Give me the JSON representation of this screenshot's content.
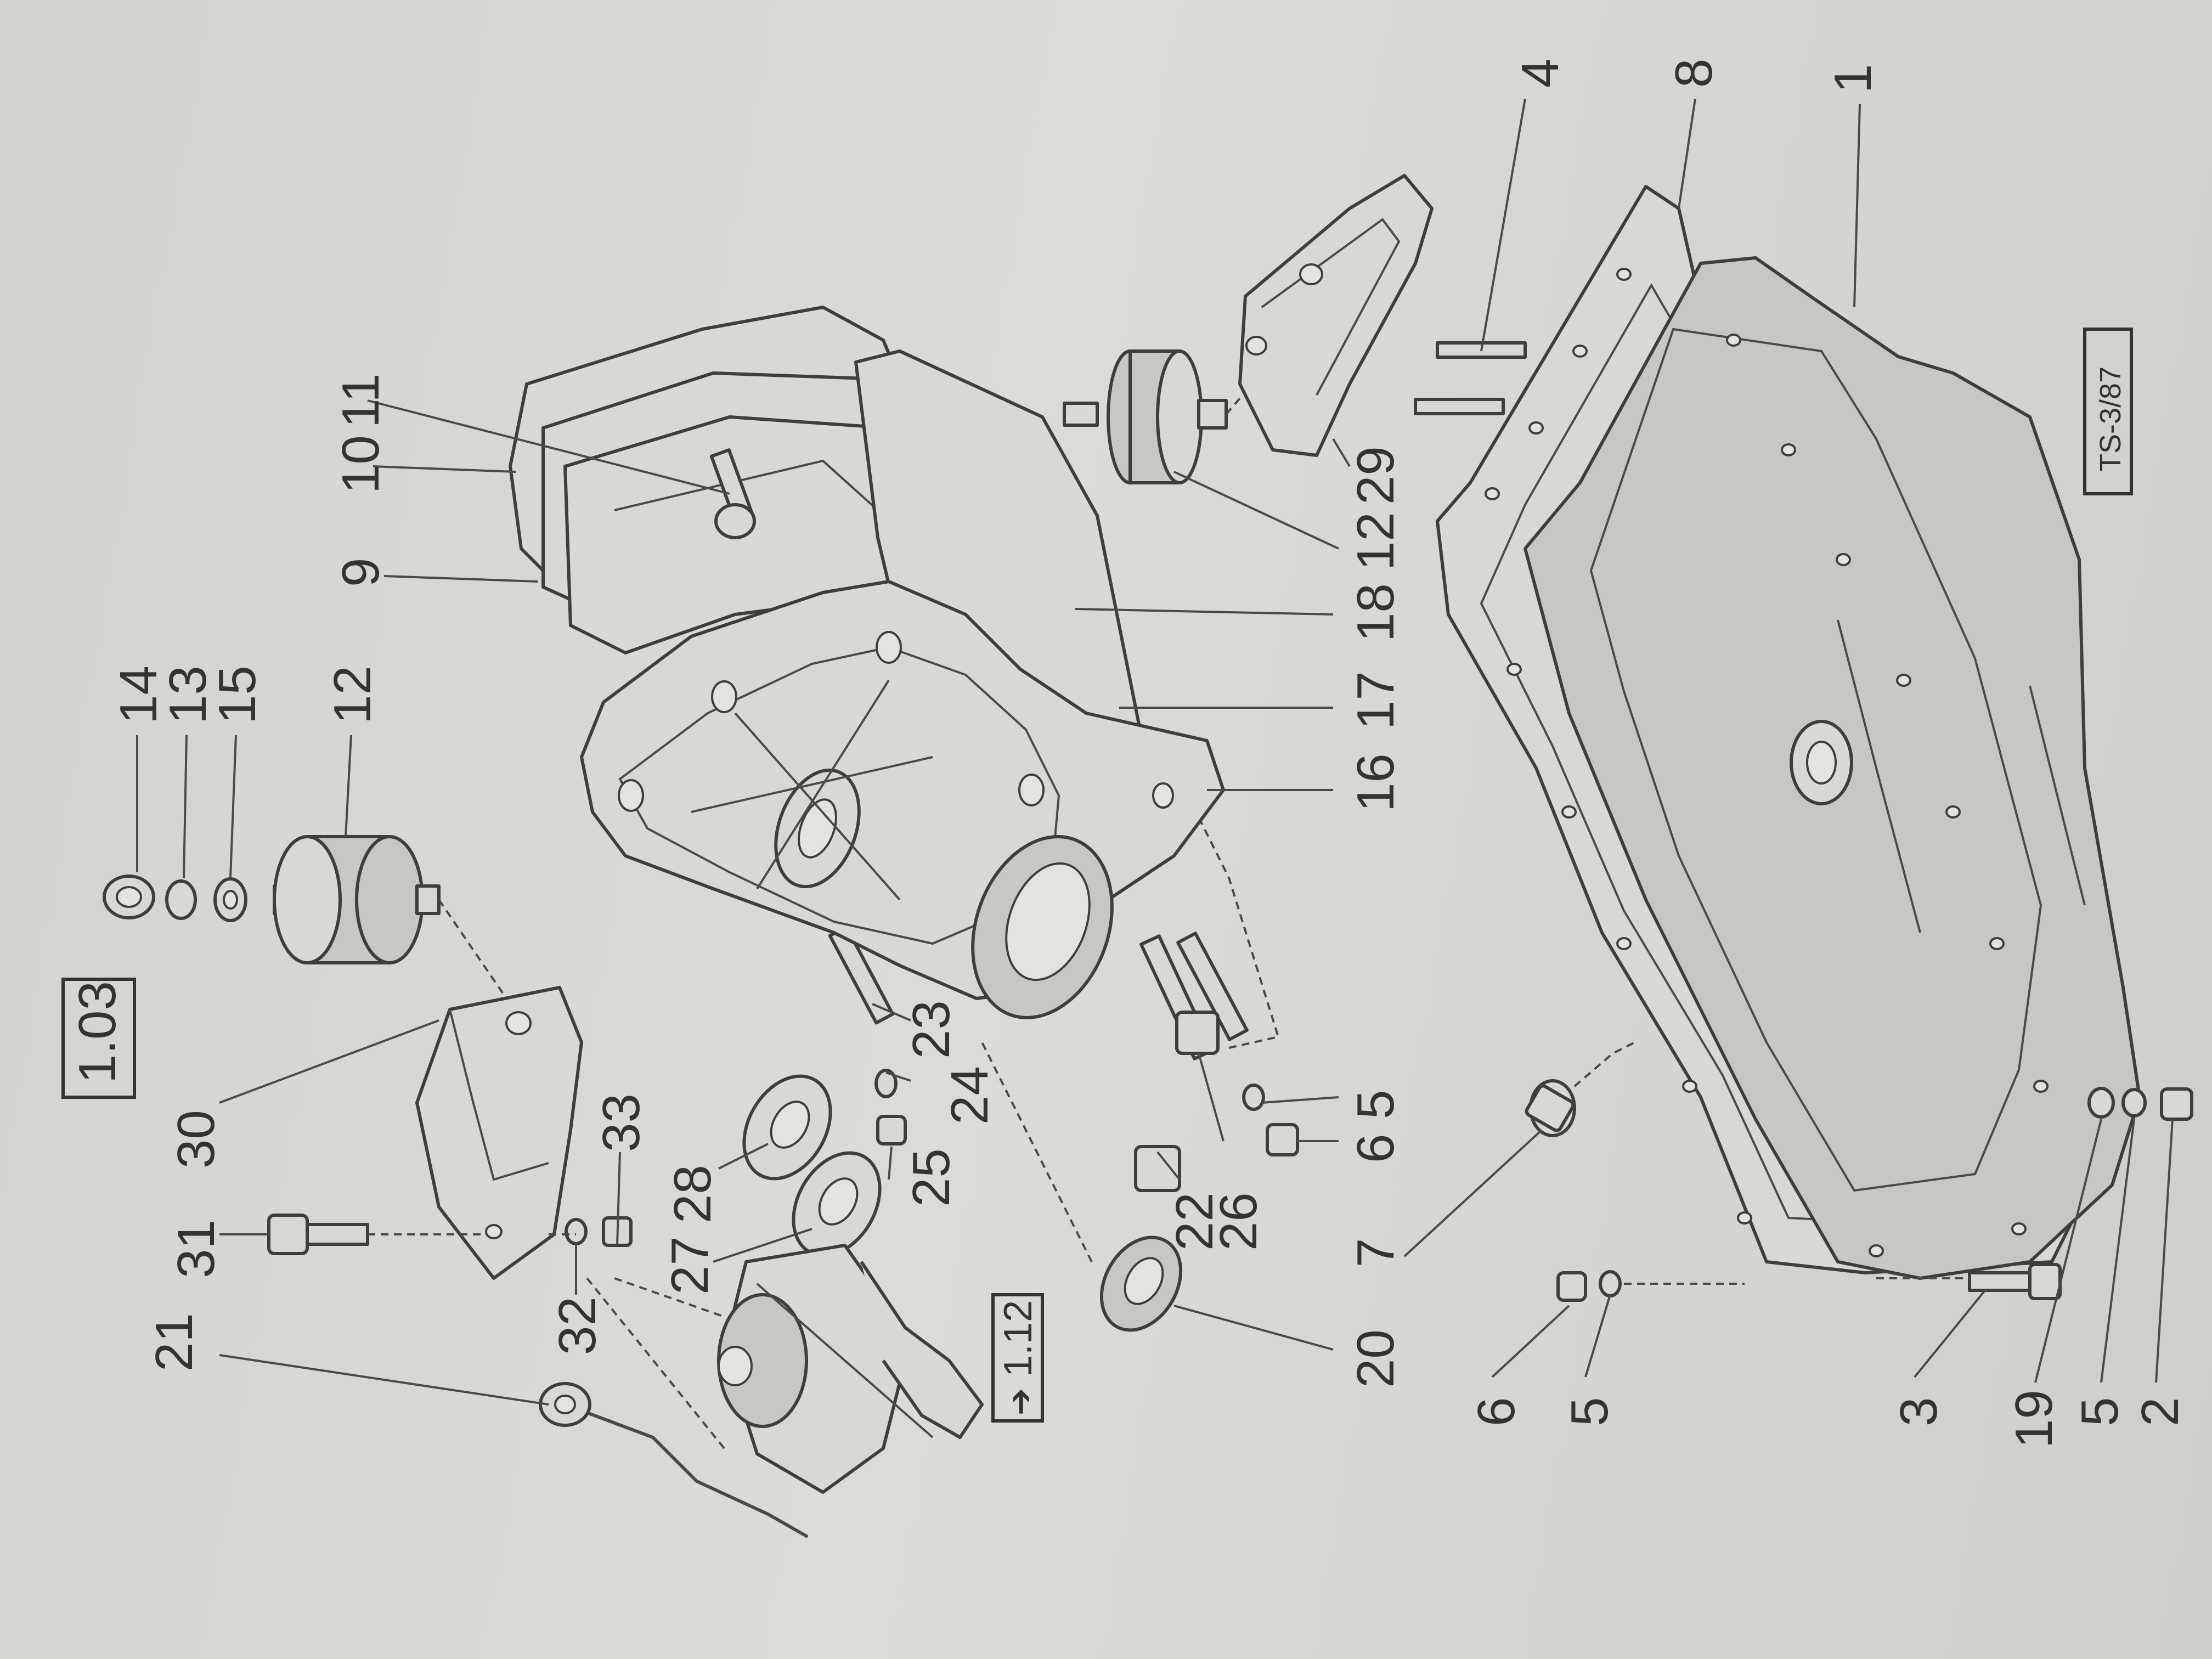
{
  "sheet": {
    "section_ref": "1.03",
    "drawing_code": "TS-3/87",
    "crossref": "1.12",
    "crossref_arrow": "arrow-right-icon"
  },
  "callouts": [
    {
      "id": "c14",
      "text": "14"
    },
    {
      "id": "c13",
      "text": "13"
    },
    {
      "id": "c15",
      "text": "15"
    },
    {
      "id": "c12a",
      "text": "12"
    },
    {
      "id": "c30",
      "text": "30"
    },
    {
      "id": "c31",
      "text": "31"
    },
    {
      "id": "c32",
      "text": "32"
    },
    {
      "id": "c33",
      "text": "33"
    },
    {
      "id": "c28",
      "text": "28"
    },
    {
      "id": "c27",
      "text": "27"
    },
    {
      "id": "c21",
      "text": "21"
    },
    {
      "id": "c11",
      "text": "11"
    },
    {
      "id": "c10",
      "text": "10"
    },
    {
      "id": "c9",
      "text": "9"
    },
    {
      "id": "c23",
      "text": "23"
    },
    {
      "id": "c24",
      "text": "24"
    },
    {
      "id": "c25",
      "text": "25"
    },
    {
      "id": "c22",
      "text": "22"
    },
    {
      "id": "c26",
      "text": "26"
    },
    {
      "id": "c20",
      "text": "20"
    },
    {
      "id": "c5a",
      "text": "5"
    },
    {
      "id": "c6a",
      "text": "6"
    },
    {
      "id": "c7",
      "text": "7"
    },
    {
      "id": "c16",
      "text": "16"
    },
    {
      "id": "c17",
      "text": "17"
    },
    {
      "id": "c18",
      "text": "18"
    },
    {
      "id": "c12b",
      "text": "12"
    },
    {
      "id": "c29",
      "text": "29"
    },
    {
      "id": "c4",
      "text": "4"
    },
    {
      "id": "c8",
      "text": "8"
    },
    {
      "id": "c1",
      "text": "1"
    },
    {
      "id": "c6b",
      "text": "6"
    },
    {
      "id": "c5b",
      "text": "5"
    },
    {
      "id": "c3",
      "text": "3"
    },
    {
      "id": "c19",
      "text": "19"
    },
    {
      "id": "c5c",
      "text": "5"
    },
    {
      "id": "c2",
      "text": "2"
    }
  ]
}
